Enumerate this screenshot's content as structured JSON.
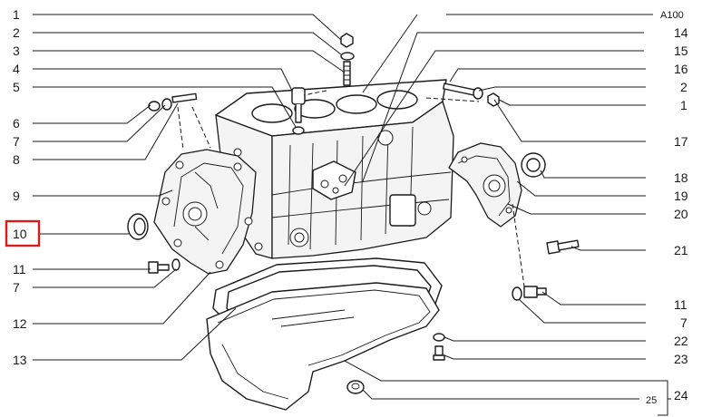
{
  "diagram": {
    "ref_code": "A100",
    "highlight_color": "#d81b1b",
    "line_color": "#1a1a1a",
    "left_labels": [
      "1",
      "2",
      "3",
      "4",
      "5",
      "6",
      "7",
      "8",
      "9",
      "10",
      "11",
      "7",
      "12",
      "13"
    ],
    "right_labels": [
      "14",
      "15",
      "16",
      "2",
      "1",
      "17",
      "18",
      "19",
      "20",
      "21",
      "11",
      "7",
      "22",
      "23",
      "24",
      "25"
    ],
    "highlighted_label": "10"
  }
}
